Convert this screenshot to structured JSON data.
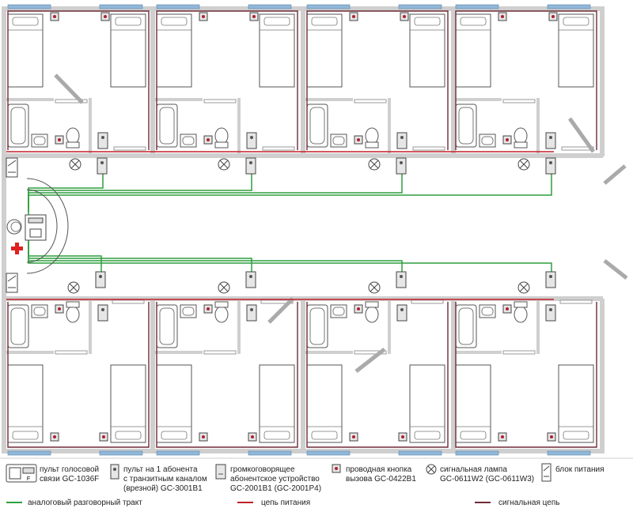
{
  "legend": {
    "console": [
      "пульт голосовой",
      "связи GC-1036F"
    ],
    "subscriber_panel": [
      "пульт на 1 абонента",
      "с транзитным каналом",
      "(врезной) GC-3001B1"
    ],
    "loudspeaker_unit": [
      "громкоговорящее",
      "абонентское устройство",
      "GC-2001B1 (GC-2001P4)"
    ],
    "call_button": [
      "проводная кнопка",
      "вызова GC-0422B1"
    ],
    "signal_lamp": [
      "сигнальная лампа",
      "GC-0611W2 (GC-0611W3)"
    ],
    "power_unit": [
      "блок питания"
    ],
    "lines": {
      "analog": "аналоговый разговорный тракт",
      "power": "цепь питания",
      "signal": "сигнальная цепь"
    }
  },
  "console_glyph": "F",
  "colors": {
    "wall": "#cfcfcf",
    "green": "#2f9e3f",
    "red": "#c0202a",
    "maroon": "#6e2a36",
    "window": "#8fb7d9",
    "cross": "#e02020"
  }
}
